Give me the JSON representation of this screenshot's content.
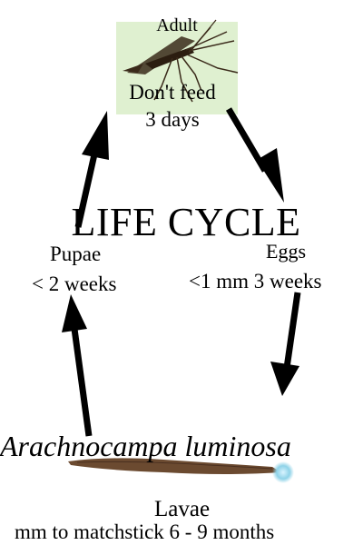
{
  "title": "LIFE CYCLE",
  "stages": {
    "adult": {
      "name": "Adult",
      "note": "Don't feed",
      "duration": "3 days"
    },
    "eggs": {
      "name": "Eggs",
      "detail": "<1 mm 3 weeks"
    },
    "lavae": {
      "name": "Lavae",
      "detail": "mm to matchstick 6 - 9 months"
    },
    "pupae": {
      "name": "Pupae",
      "detail": "< 2 weeks"
    }
  },
  "species": "Arachnocampa luminosa",
  "colors": {
    "arrow": "#000000",
    "larva_body": "#6b4a30",
    "larva_glow": "#8fd3e8",
    "adult_background": "#dff0d0",
    "insect": "#3a2a1a"
  },
  "icons": {
    "adult": "fly-icon",
    "larva": "larva-icon"
  }
}
